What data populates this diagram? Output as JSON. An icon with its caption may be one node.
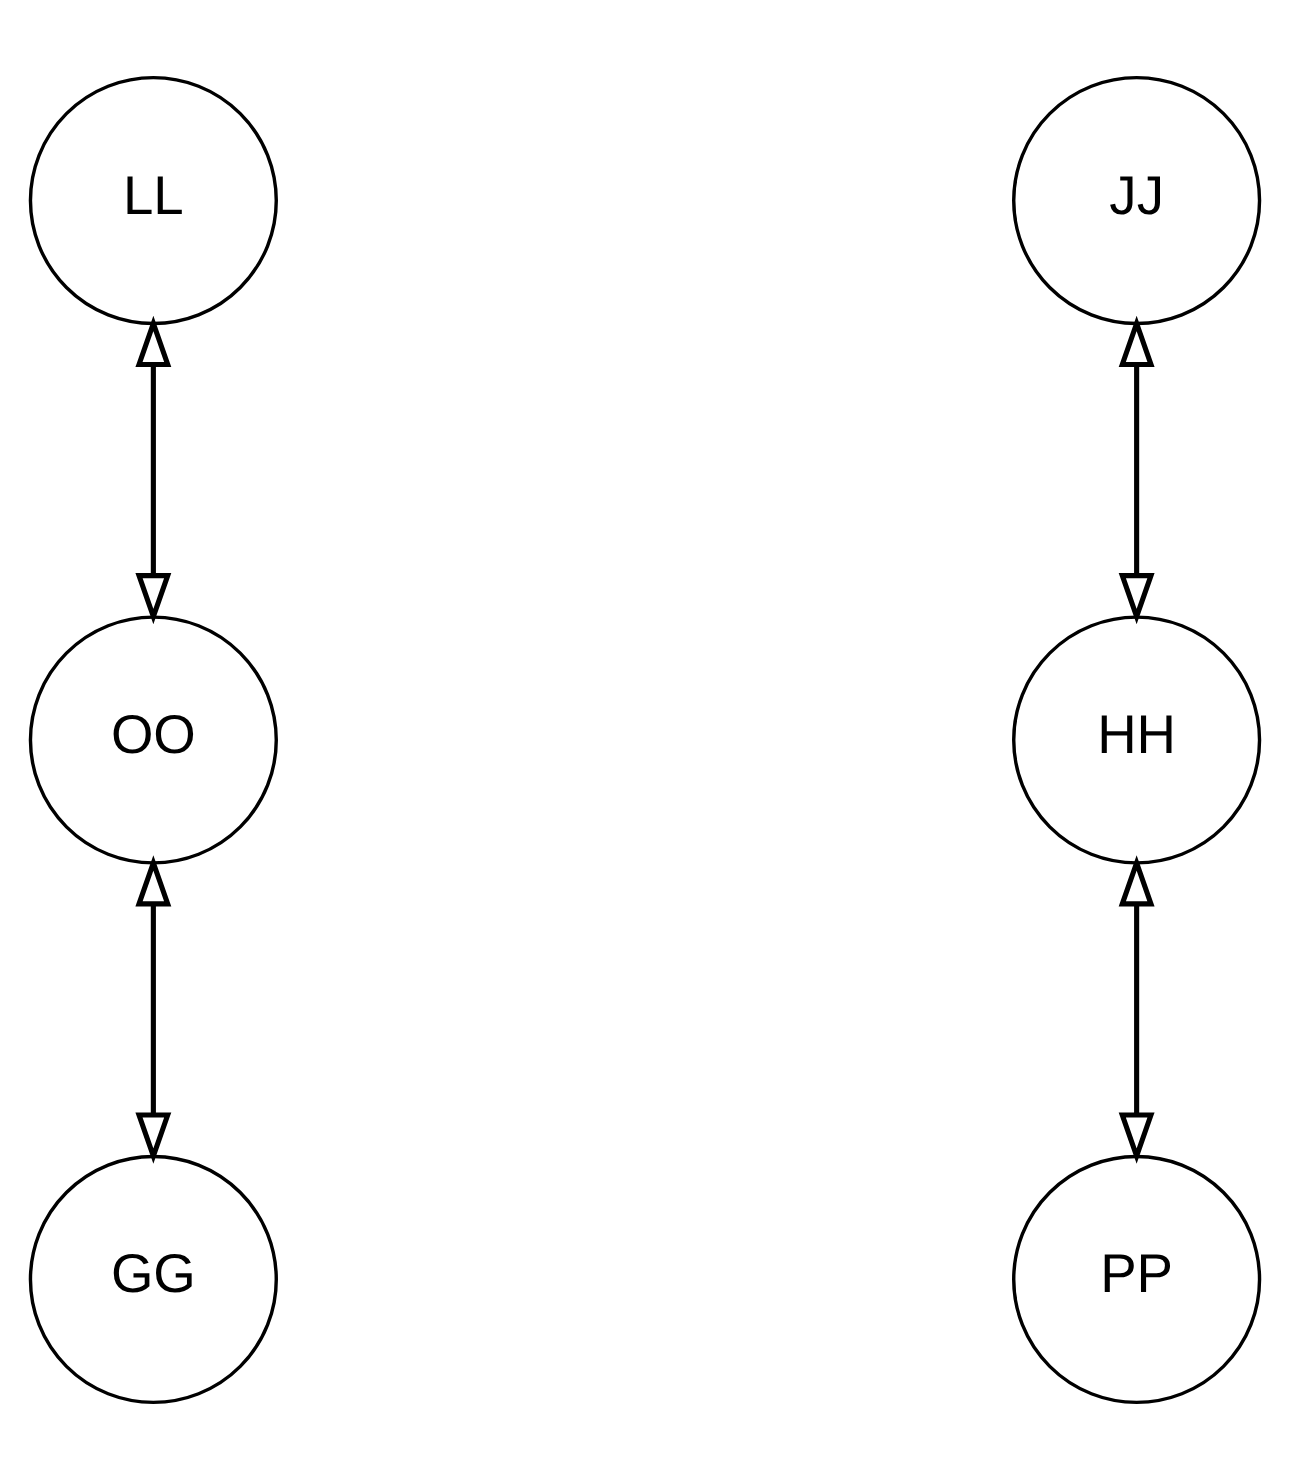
{
  "diagram": {
    "nodes": [
      {
        "text": [
          "LL"
        ]
      },
      {
        "text": [
          "OO"
        ]
      },
      {
        "text": [
          "GG"
        ]
      },
      {
        "text": [
          "JJ"
        ]
      },
      {
        "text": [
          "HH"
        ]
      },
      {
        "text": [
          "PP"
        ]
      }
    ],
    "edges": [
      {
        "from": 0,
        "to": 1,
        "arrow": "both"
      },
      {
        "from": 1,
        "to": 2,
        "arrow": "both"
      },
      {
        "from": 3,
        "to": 4,
        "arrow": "both"
      },
      {
        "from": 4,
        "to": 5,
        "arrow": "both"
      }
    ]
  }
}
